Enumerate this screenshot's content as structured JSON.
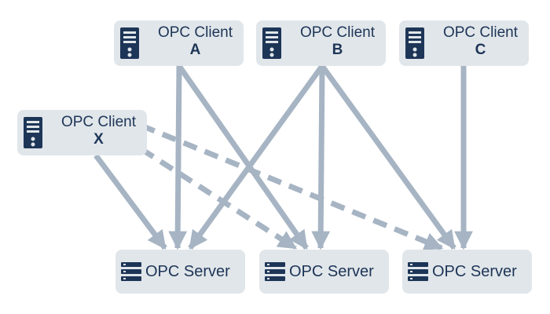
{
  "colors": {
    "box": "#e1e6ea",
    "text": "#1d3557",
    "icon": "#1d3557",
    "arrow": "#a6b4c3"
  },
  "clients": [
    {
      "id": "A",
      "label": "OPC Client",
      "letter": "A",
      "icon": "computer-tower-icon"
    },
    {
      "id": "B",
      "label": "OPC Client",
      "letter": "B",
      "icon": "computer-tower-icon"
    },
    {
      "id": "C",
      "label": "OPC Client",
      "letter": "C",
      "icon": "computer-tower-icon"
    },
    {
      "id": "X",
      "label": "OPC Client",
      "letter": "X",
      "icon": "computer-tower-icon"
    }
  ],
  "servers": [
    {
      "id": "S1",
      "label": "OPC Server",
      "icon": "server-rack-icon"
    },
    {
      "id": "S2",
      "label": "OPC Server",
      "icon": "server-rack-icon"
    },
    {
      "id": "S3",
      "label": "OPC Server",
      "icon": "server-rack-icon"
    }
  ],
  "connections": [
    {
      "from": "A",
      "to": "S1",
      "style": "solid"
    },
    {
      "from": "A",
      "to": "S2",
      "style": "solid"
    },
    {
      "from": "B",
      "to": "S1",
      "style": "solid"
    },
    {
      "from": "B",
      "to": "S2",
      "style": "solid"
    },
    {
      "from": "B",
      "to": "S3",
      "style": "solid"
    },
    {
      "from": "C",
      "to": "S3",
      "style": "solid"
    },
    {
      "from": "X",
      "to": "S1",
      "style": "solid"
    },
    {
      "from": "X",
      "to": "S2",
      "style": "dashed"
    },
    {
      "from": "X",
      "to": "S3",
      "style": "dashed"
    }
  ]
}
